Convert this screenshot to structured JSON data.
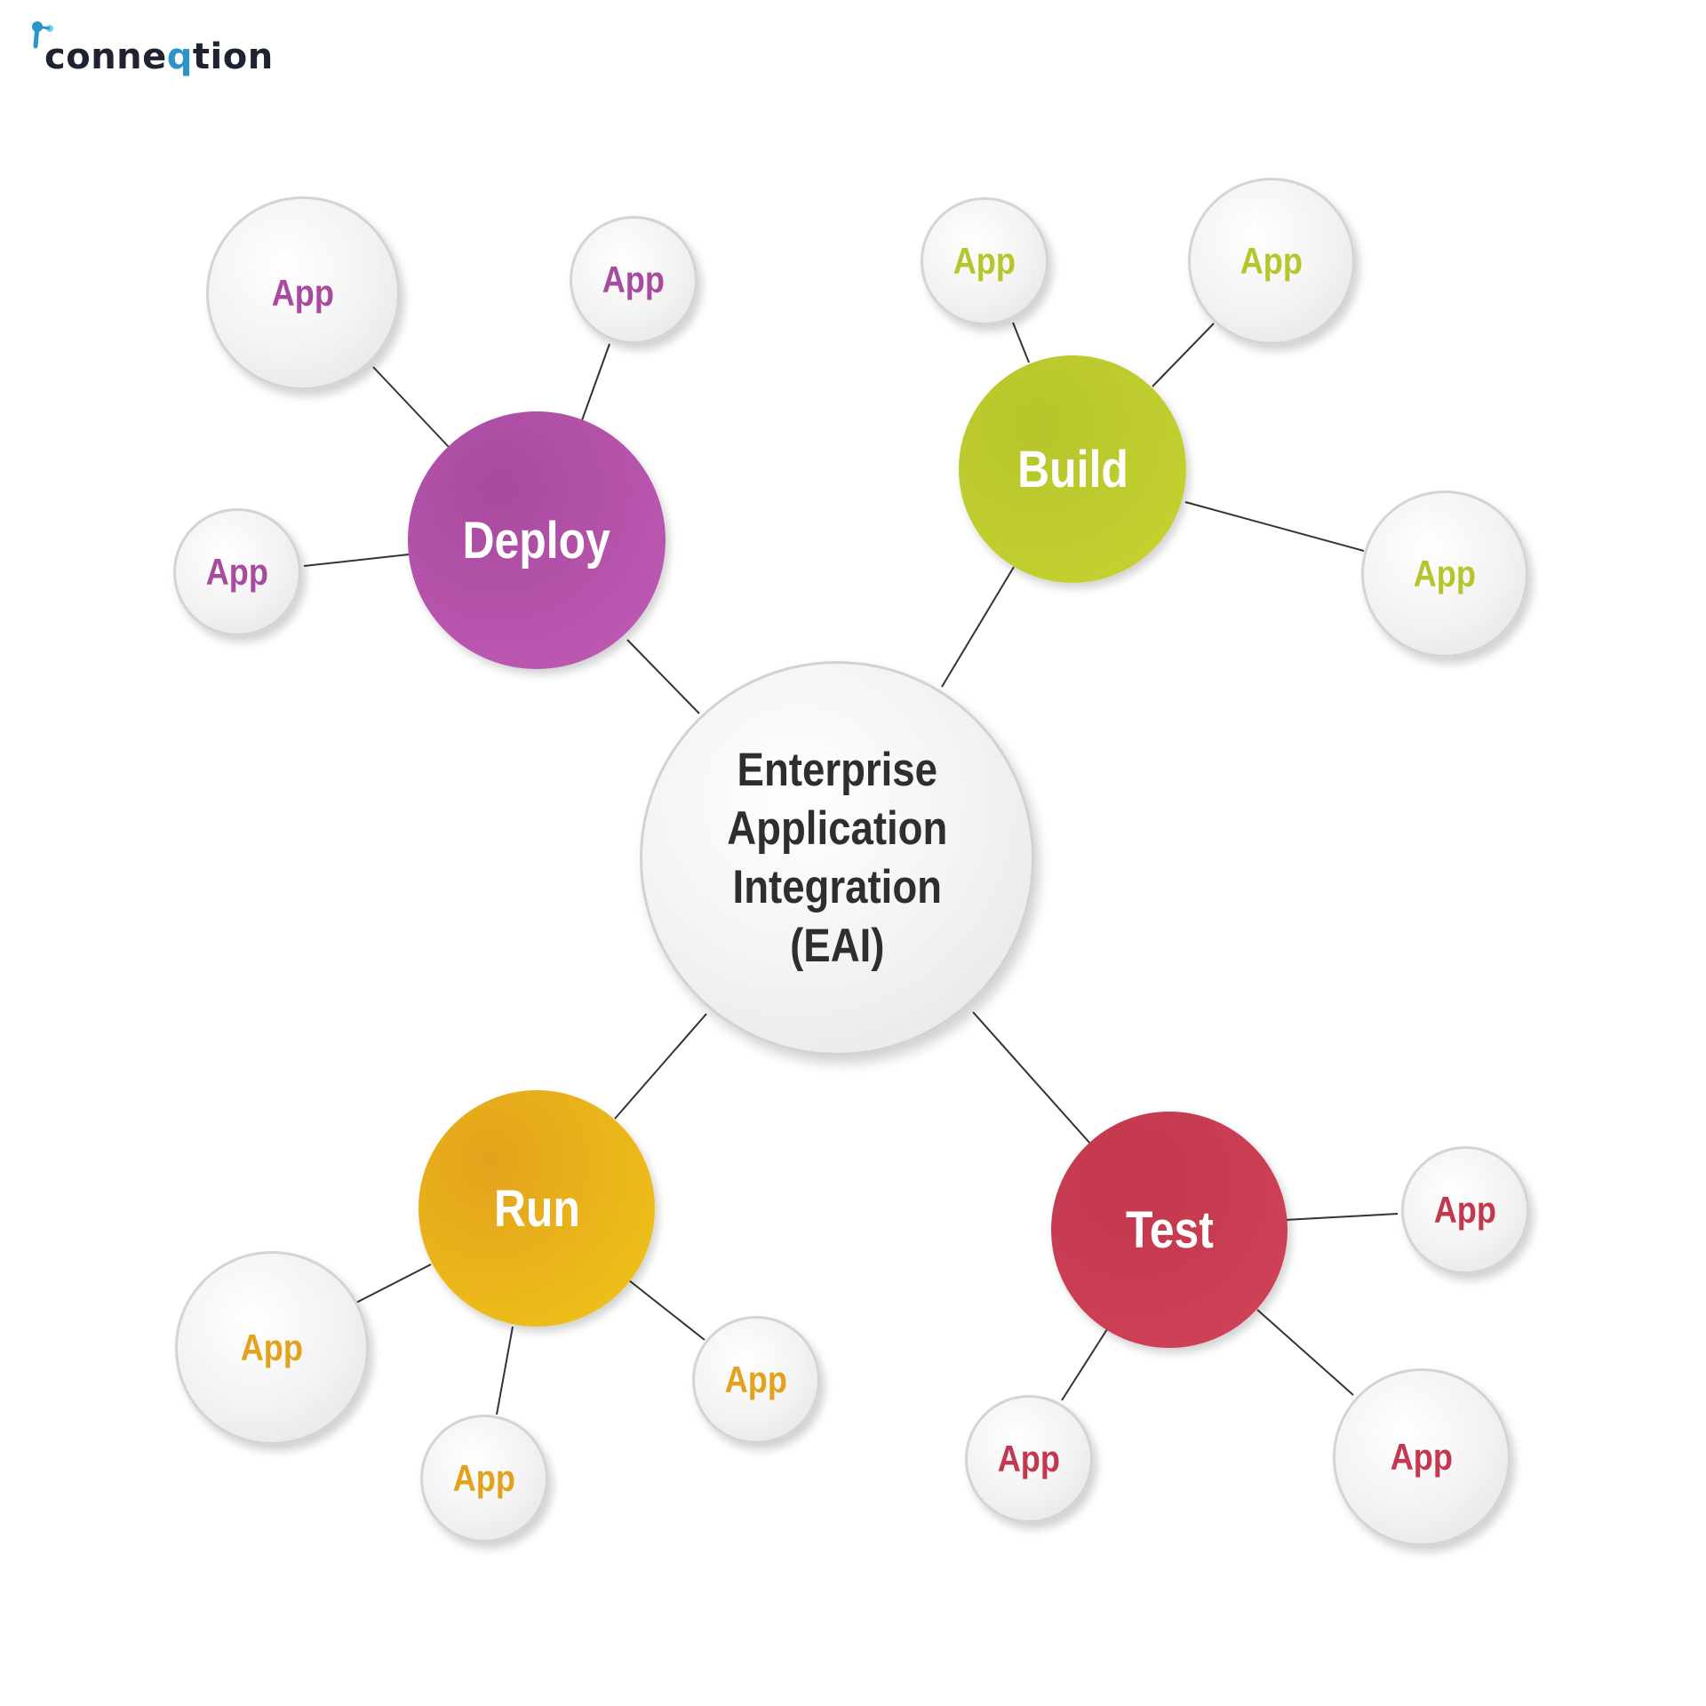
{
  "brand": {
    "name_pre": "conne",
    "name_q": "q",
    "name_post": "tion",
    "accent": "#2b95c9",
    "text_color": "#1f2230"
  },
  "center": {
    "label": "Enterprise\nApplication\nIntegration\n(EAI)"
  },
  "hubs": [
    {
      "id": "deploy",
      "label": "Deploy",
      "color": "#a84a9e",
      "color_light": "#c15bb7",
      "apps": [
        "App",
        "App",
        "App"
      ]
    },
    {
      "id": "build",
      "label": "Build",
      "color": "#b6c52b",
      "color_light": "#c7d331",
      "apps": [
        "App",
        "App",
        "App"
      ]
    },
    {
      "id": "run",
      "label": "Run",
      "color": "#e3a21b",
      "color_light": "#f0c61a",
      "apps": [
        "App",
        "App",
        "App"
      ]
    },
    {
      "id": "test",
      "label": "Test",
      "color": "#c3384e",
      "color_light": "#d04257",
      "apps": [
        "App",
        "App",
        "App"
      ]
    }
  ]
}
